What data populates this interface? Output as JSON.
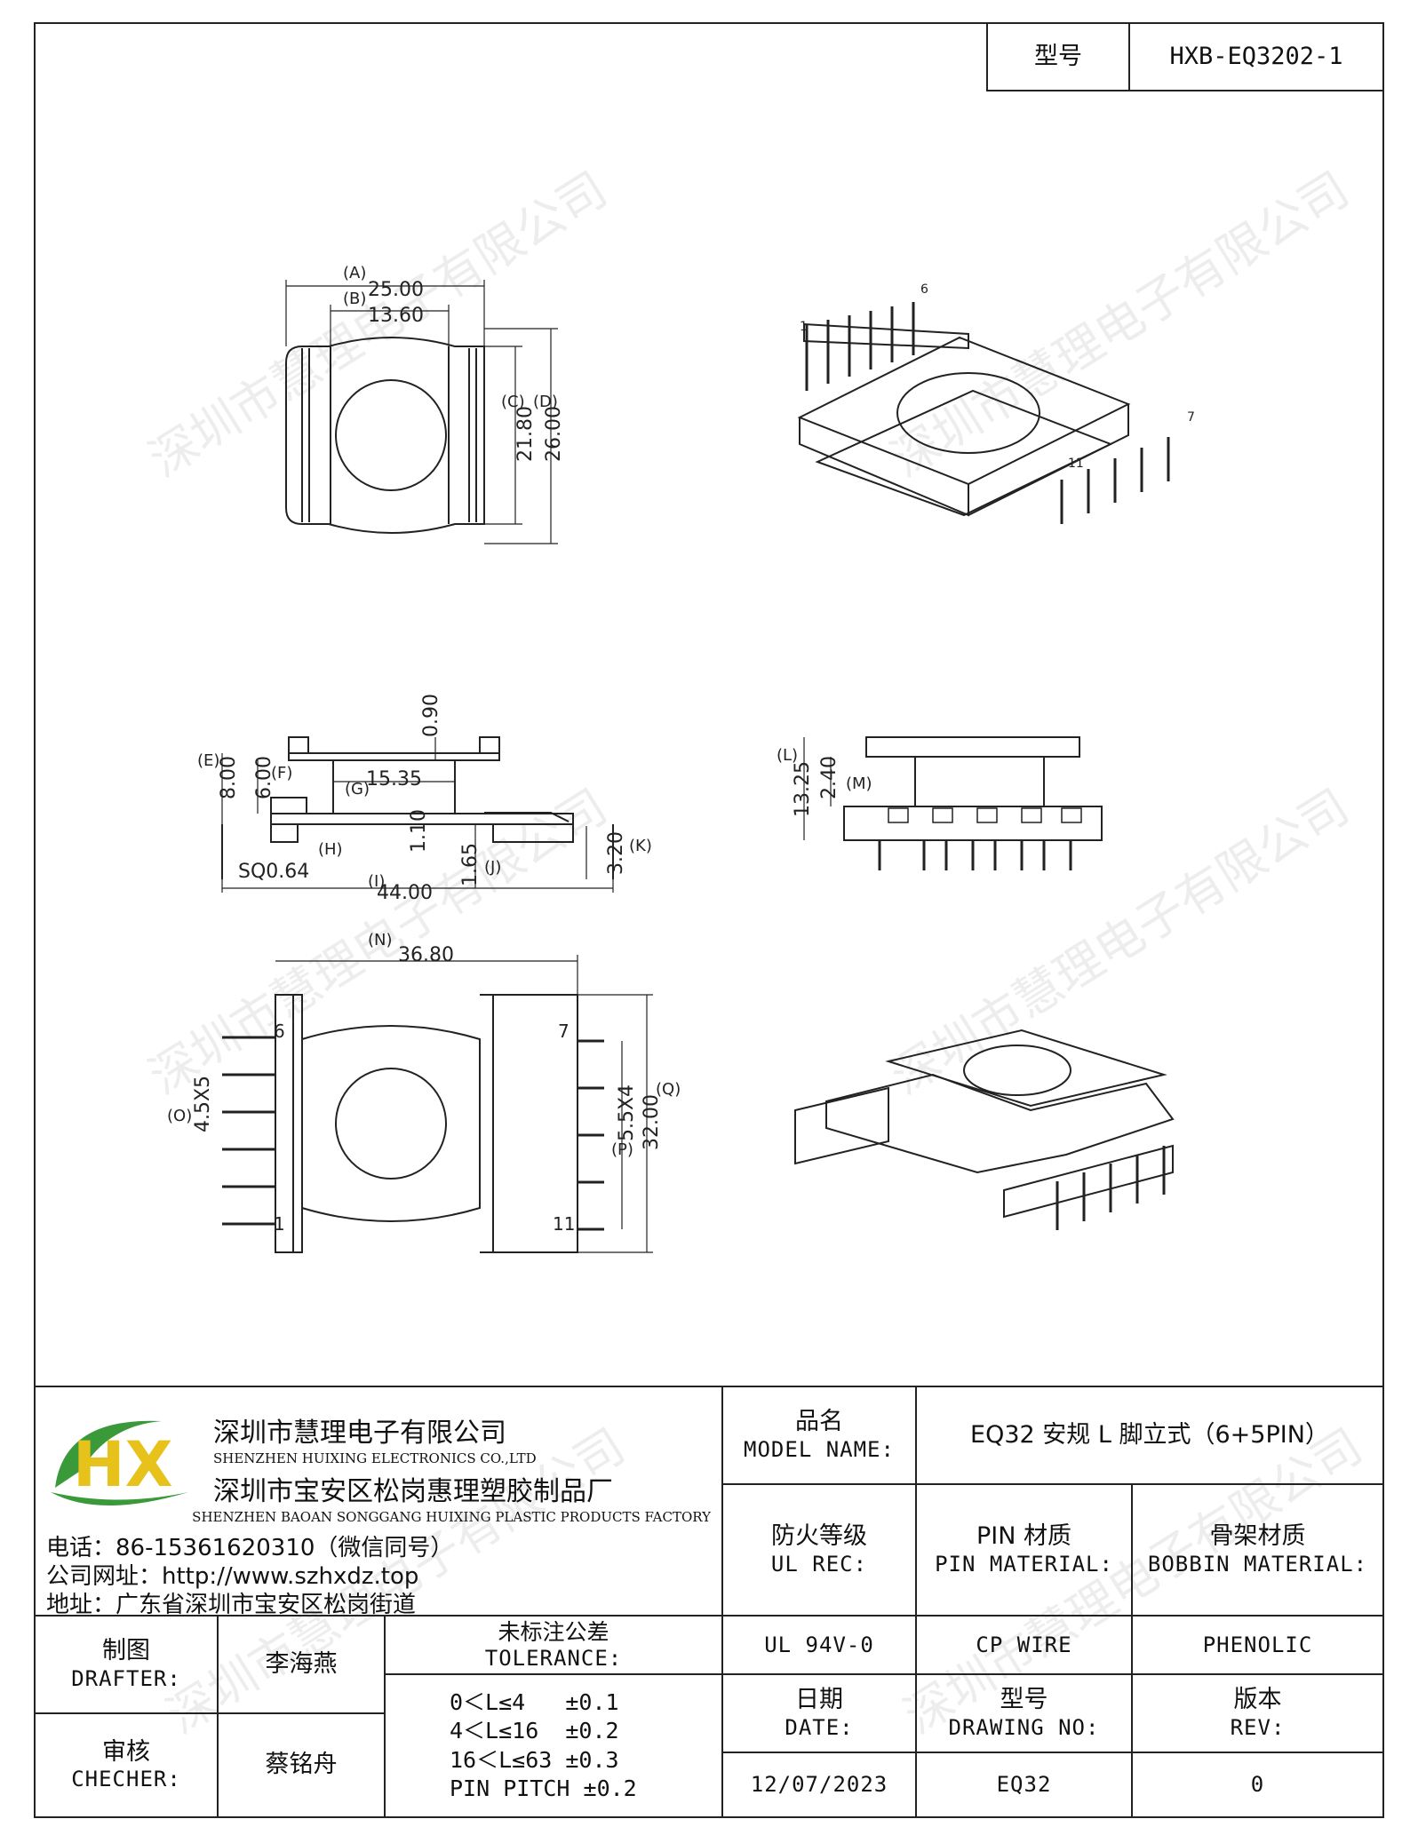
{
  "model_header": {
    "label": "型号",
    "value": "HXB-EQ3202-1"
  },
  "watermark": "深圳市慧理电子有限公司",
  "drawing": {
    "top_view": {
      "dim_a": "25.00",
      "label_a": "(A)",
      "dim_b": "13.60",
      "label_b": "(B)",
      "dim_c": "21.80",
      "label_c": "(C)",
      "dim_d": "26.00",
      "label_d": "(D)"
    },
    "side_view": {
      "dim_090": "0.90",
      "dim_e": "8.00",
      "label_e": "(E)",
      "dim_f": "6.00",
      "label_f": "(F)",
      "dim_g": "15.35",
      "label_g": "(G)",
      "dim_110": "1.10",
      "label_h": "(H)",
      "dim_sq": "SQ0.64",
      "dim_i": "44.00",
      "label_i": "(I)",
      "dim_j": "1.65",
      "label_j": "(J)",
      "dim_k": "3.20",
      "label_k": "(K)"
    },
    "front_view": {
      "dim_l": "13.25",
      "label_l": "(L)",
      "dim_m": "2.40",
      "label_m": "(M)"
    },
    "bottom_view": {
      "dim_n": "36.80",
      "label_n": "(N)",
      "dim_o": "4.5X5",
      "label_o": "(O)",
      "dim_p": "5.5X4",
      "label_p": "(P)",
      "dim_q": "32.00",
      "label_q": "(Q)",
      "pin_6": "6",
      "pin_1": "1",
      "pin_7": "7",
      "pin_11": "11"
    },
    "iso_top": {
      "pin_1": "1",
      "pin_6": "6",
      "pin_7": "7",
      "pin_11": "11"
    }
  },
  "company": {
    "logo_text": "HX",
    "name_cn": "深圳市慧理电子有限公司",
    "name_en": "SHENZHEN HUIXING ELECTRONICS CO.,LTD",
    "factory_cn": "深圳市宝安区松岗惠理塑胶制品厂",
    "factory_en": "SHENZHEN BAOAN SONGGANG HUIXING PLASTIC PRODUCTS FACTORY",
    "phone": "电话：86-15361620310（微信同号）",
    "website": "公司网址：http://www.szhxdz.top",
    "address": "地址：广东省深圳市宝安区松岗街道"
  },
  "title_block": {
    "model_name_cn": "品名",
    "model_name_en": "MODEL NAME:",
    "model_name_value": "EQ32 安规 L 脚立式（6+5PIN）",
    "ul_cn": "防火等级",
    "ul_en": "UL REC:",
    "pin_mat_cn": "PIN 材质",
    "pin_mat_en": "PIN MATERIAL:",
    "bobbin_mat_cn": "骨架材质",
    "bobbin_mat_en": "BOBBIN MATERIAL:",
    "ul_value": "UL 94V-0",
    "pin_mat_value": "CP WIRE",
    "bobbin_mat_value": "PHENOLIC",
    "drafter_cn": "制图",
    "drafter_en": "DRAFTER:",
    "drafter_name": "李海燕",
    "checker_cn": "审核",
    "checker_en": "CHECHER:",
    "checker_name": "蔡铭舟",
    "tolerance_cn": "未标注公差",
    "tolerance_en": "TOLERANCE:",
    "tolerances": [
      "0＜L≤4   ±0.1",
      "4＜L≤16  ±0.2",
      "16＜L≤63 ±0.3",
      "PIN PITCH ±0.2"
    ],
    "date_cn": "日期",
    "date_en": "DATE:",
    "date_value": "12/07/2023",
    "drawing_no_cn": "型号",
    "drawing_no_en": "DRAWING NO:",
    "drawing_no_value": "EQ32",
    "rev_cn": "版本",
    "rev_en": "REV:",
    "rev_value": "0"
  }
}
